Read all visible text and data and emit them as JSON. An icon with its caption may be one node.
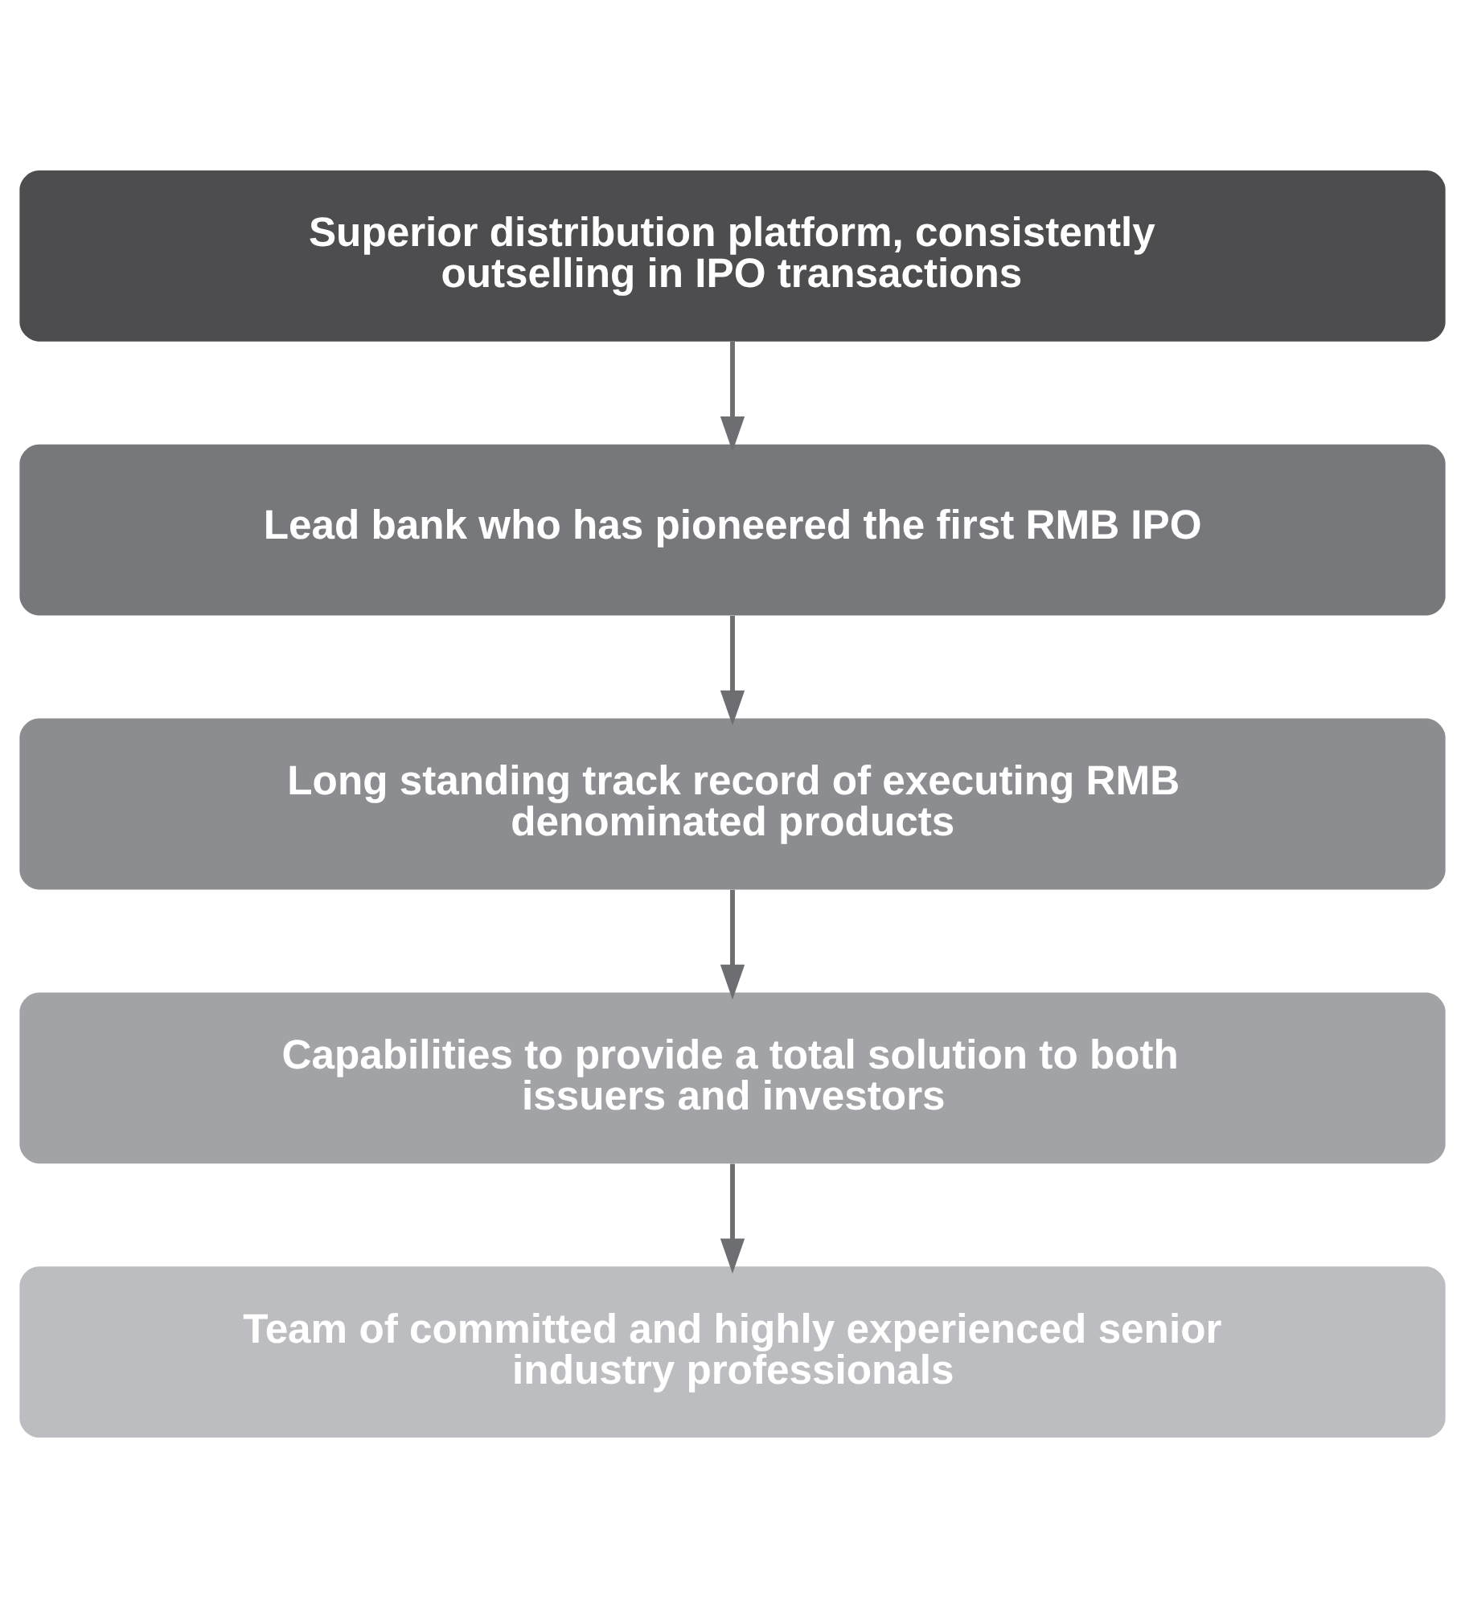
{
  "diagram": {
    "nodes": [
      {
        "text": [
          "Superior distribution platform, consistently outselling in IPO transactions"
        ]
      },
      {
        "text": [
          "Lead bank who has pioneered the first RMB IPO"
        ]
      },
      {
        "text": [
          "Long standing track record of executing RMB denominated products"
        ]
      },
      {
        "text": [
          "Capabilities to provide a total solution to both issuers and investors"
        ]
      },
      {
        "text": [
          "Team of committed and highly experienced senior industry professionals"
        ]
      }
    ],
    "edges": [
      {
        "from": 0,
        "to": 1,
        "arrow": "to"
      },
      {
        "from": 1,
        "to": 2,
        "arrow": "to"
      },
      {
        "from": 2,
        "to": 3,
        "arrow": "to"
      },
      {
        "from": 3,
        "to": 4,
        "arrow": "to"
      }
    ]
  }
}
